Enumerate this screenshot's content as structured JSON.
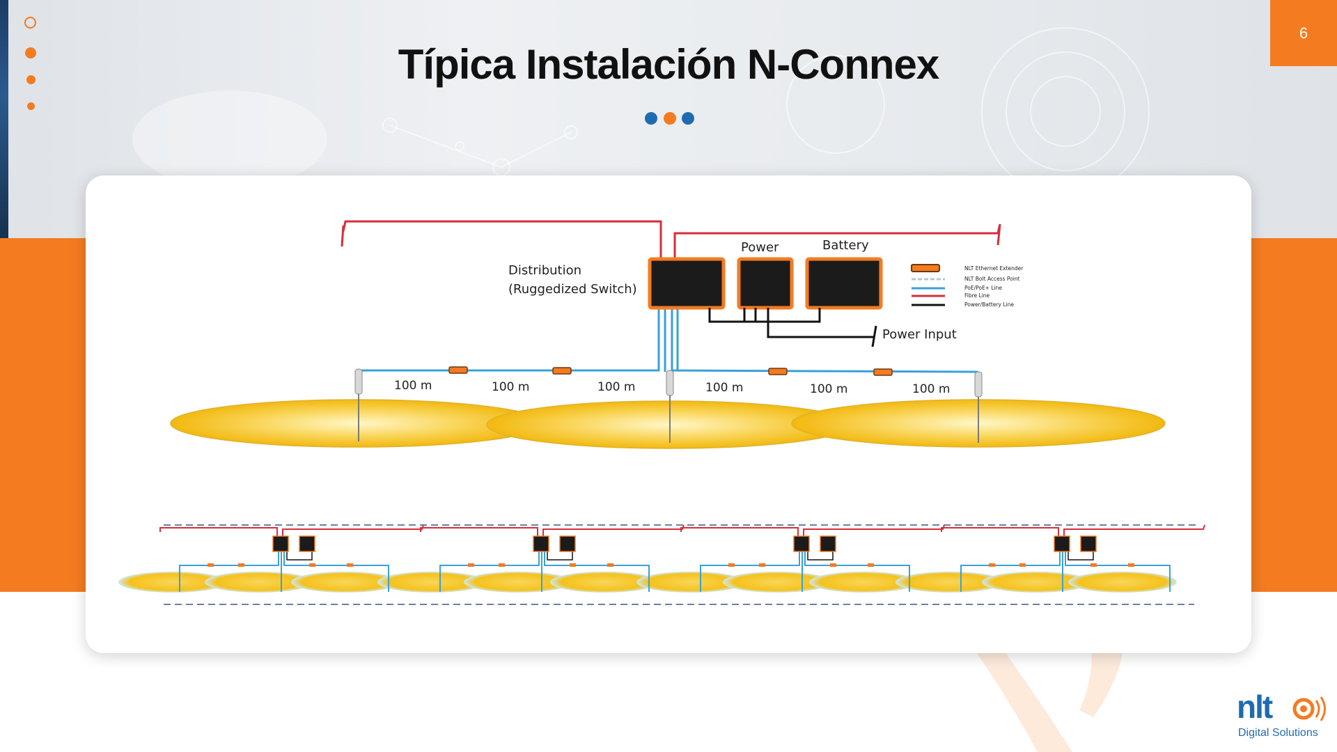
{
  "slide": {
    "title": "Típica Instalación N-Connex",
    "page_number": "6"
  },
  "diagram": {
    "distribution_label_line1": "Distribution",
    "distribution_label_line2": "(Ruggedized Switch)",
    "power_label": "Power",
    "battery_label": "Battery",
    "power_input_label": "Power Input",
    "segment_labels": [
      "100 m",
      "100 m",
      "100 m",
      "100 m",
      "100 m",
      "100 m"
    ],
    "legend": [
      "NLT Ethernet Extender",
      "NLT Bolt Access Point",
      "PoE/PoE+ Line",
      "Fibre Line",
      "Power/Battery Line"
    ]
  },
  "logo": {
    "wordmark": "nlt",
    "subtitle": "Digital Solutions"
  },
  "colors": {
    "brand_orange": "#f47b20",
    "brand_blue": "#1f6bb1",
    "fibre_red": "#d62e3a",
    "poe_blue": "#3aa0d8",
    "coverage_yellow": "#f5c21b"
  }
}
